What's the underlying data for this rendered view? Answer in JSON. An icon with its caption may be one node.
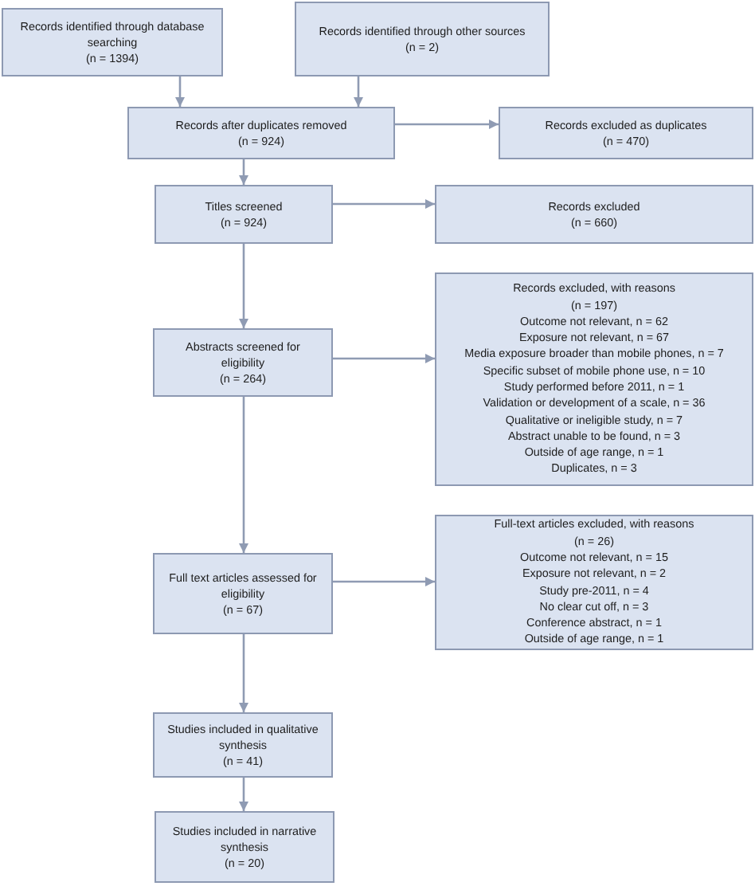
{
  "diagram": {
    "nodes": [
      {
        "text": [
          "Records identified through database searching",
          "(n = 1394)"
        ]
      },
      {
        "text": [
          "Records identified through other sources",
          "(n = 2)"
        ]
      },
      {
        "text": [
          "Records after duplicates removed",
          "(n = 924)"
        ]
      },
      {
        "text": [
          "Records excluded as duplicates",
          "(n = 470)"
        ]
      },
      {
        "text": [
          "Titles screened",
          "(n = 924)"
        ]
      },
      {
        "text": [
          "Records excluded",
          "(n = 660)"
        ]
      },
      {
        "text": [
          "Abstracts screened for eligibility",
          "(n = 264)"
        ]
      },
      {
        "text": [
          "Records excluded, with reasons",
          "(n = 197)",
          "Outcome not relevant, n = 62",
          "Exposure not relevant, n = 67",
          "Media exposure broader than mobile phones, n = 7",
          "Specific subset of mobile phone use, n = 10",
          "Study performed before 2011, n = 1",
          "Validation or development of a scale, n = 36",
          "Qualitative or ineligible study, n = 7",
          "Abstract unable to be found, n = 3",
          "Outside of age range, n = 1",
          "Duplicates, n = 3"
        ]
      },
      {
        "text": [
          "Full text articles assessed for eligibility",
          "(n = 67)"
        ]
      },
      {
        "text": [
          "Full-text articles excluded, with reasons",
          "(n = 26)",
          "Outcome not relevant, n = 15",
          "Exposure not relevant, n = 2",
          "Study pre-2011, n = 4",
          "No clear cut off, n = 3",
          "Conference abstract, n = 1",
          "Outside of age range, n = 1"
        ]
      },
      {
        "text": [
          "Studies included in qualitative synthesis",
          "(n = 41)"
        ]
      },
      {
        "text": [
          "Studies included in narrative synthesis",
          "(n = 20)"
        ]
      }
    ],
    "edges": [
      {
        "from": 0,
        "to": 2,
        "arrow": "to"
      },
      {
        "from": 1,
        "to": 2,
        "arrow": "to"
      },
      {
        "from": 2,
        "to": 3,
        "arrow": "to"
      },
      {
        "from": 2,
        "to": 4,
        "arrow": "to"
      },
      {
        "from": 4,
        "to": 5,
        "arrow": "to"
      },
      {
        "from": 4,
        "to": 6,
        "arrow": "to"
      },
      {
        "from": 6,
        "to": 7,
        "arrow": "to"
      },
      {
        "from": 6,
        "to": 8,
        "arrow": "to"
      },
      {
        "from": 8,
        "to": 9,
        "arrow": "to"
      },
      {
        "from": 8,
        "to": 10,
        "arrow": "to"
      },
      {
        "from": 10,
        "to": 11,
        "arrow": "to"
      }
    ]
  }
}
